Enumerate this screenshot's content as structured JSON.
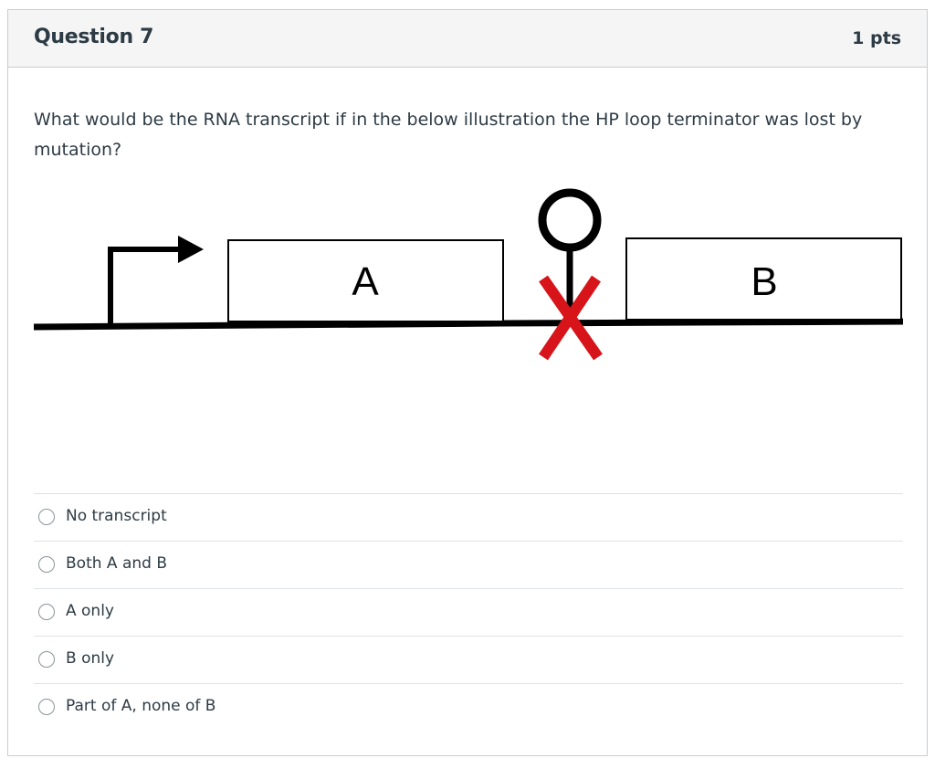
{
  "question": {
    "title": "Question 7",
    "points": "1 pts",
    "prompt": "What would be the RNA transcript if in the below illustration the HP loop terminator was lost by mutation?"
  },
  "diagram": {
    "gene_a_label": "A",
    "gene_b_label": "B",
    "colors": {
      "line": "#000000",
      "mutation_x": "#d7141a"
    }
  },
  "answers": [
    {
      "label": "No transcript",
      "selected": false
    },
    {
      "label": "Both A and B",
      "selected": false
    },
    {
      "label": "A only",
      "selected": false
    },
    {
      "label": "B only",
      "selected": false
    },
    {
      "label": "Part of A, none of B",
      "selected": false
    }
  ]
}
